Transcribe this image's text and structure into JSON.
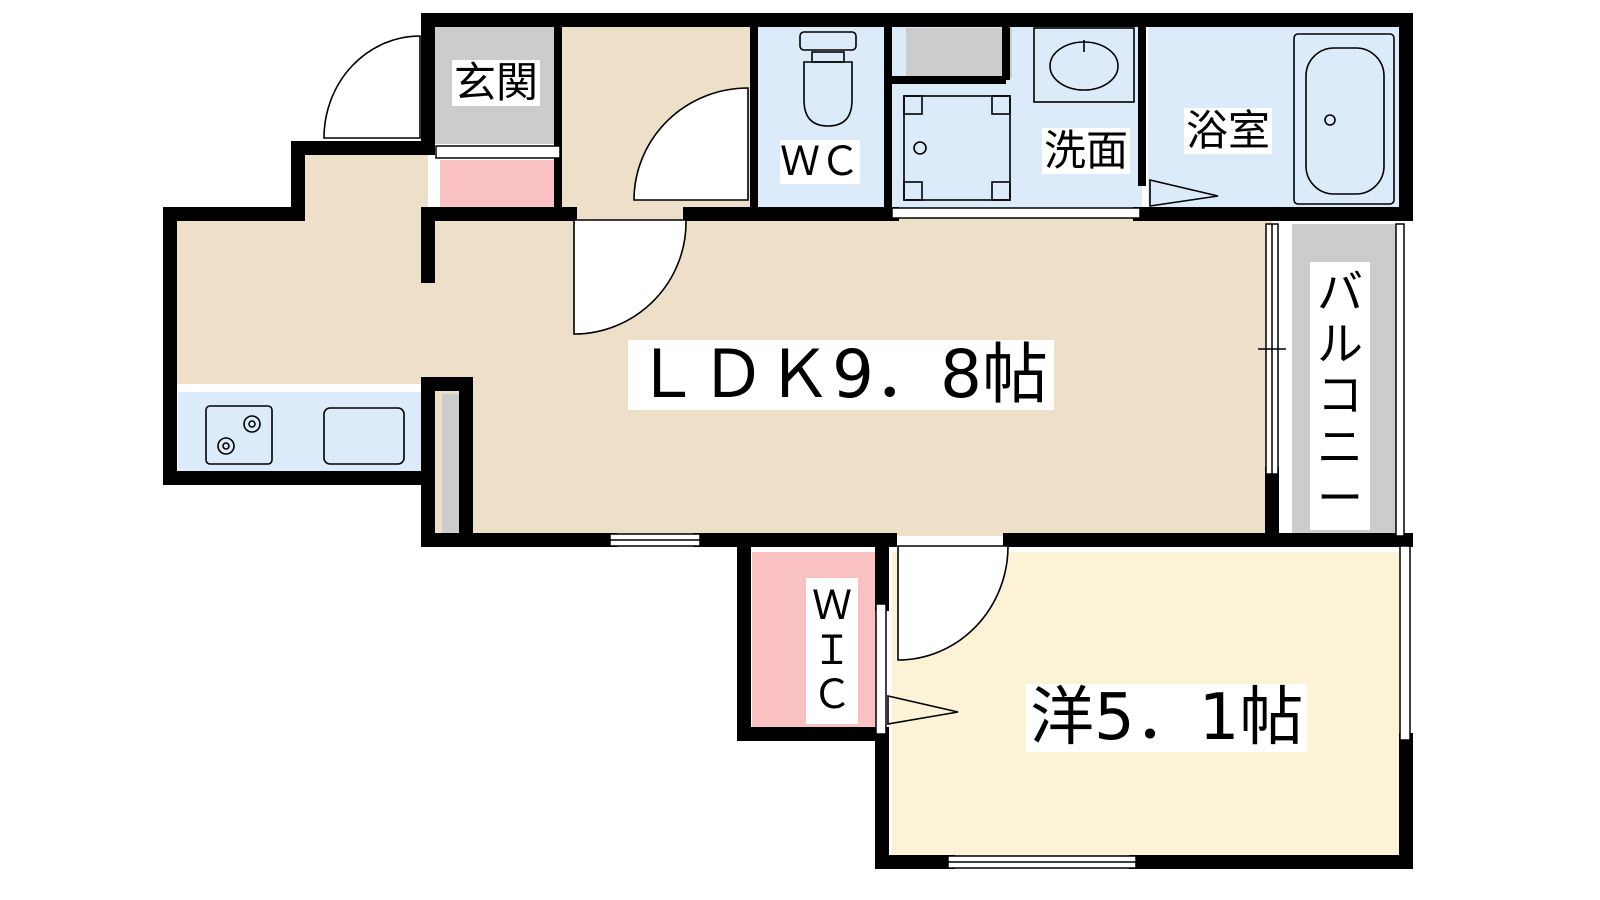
{
  "rooms": {
    "ldk": "ＬＤＫ9．8帖",
    "western": "洋5．1帖",
    "entrance": "玄関",
    "wc": "ＷＣ",
    "washroom": "洗面",
    "bathroom": "浴室",
    "balcony": [
      "バ",
      "ル",
      "コ",
      "ニ",
      "ー"
    ],
    "wic": [
      "Ｗ",
      "Ｉ",
      "Ｃ"
    ]
  },
  "colors": {
    "floor_wood": "#EDDFC8",
    "floor_western": "#FCF2D6",
    "wet_area": "#DCEBFA",
    "closet": "#F9C1C1",
    "gray": "#CCCCCC",
    "wall": "#000000"
  }
}
